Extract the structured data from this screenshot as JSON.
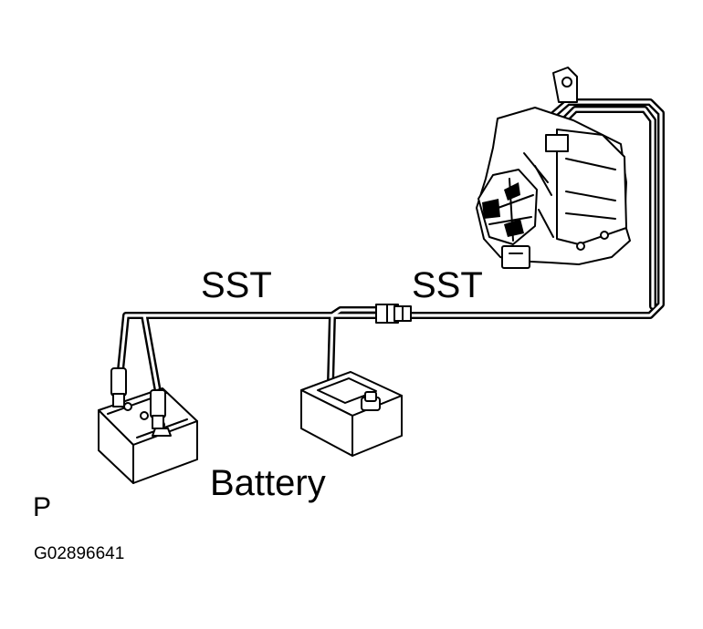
{
  "labels": {
    "sst_left": "SST",
    "sst_right": "SST",
    "battery": "Battery",
    "corner_letter": "P",
    "figure_code": "G02896641"
  }
}
